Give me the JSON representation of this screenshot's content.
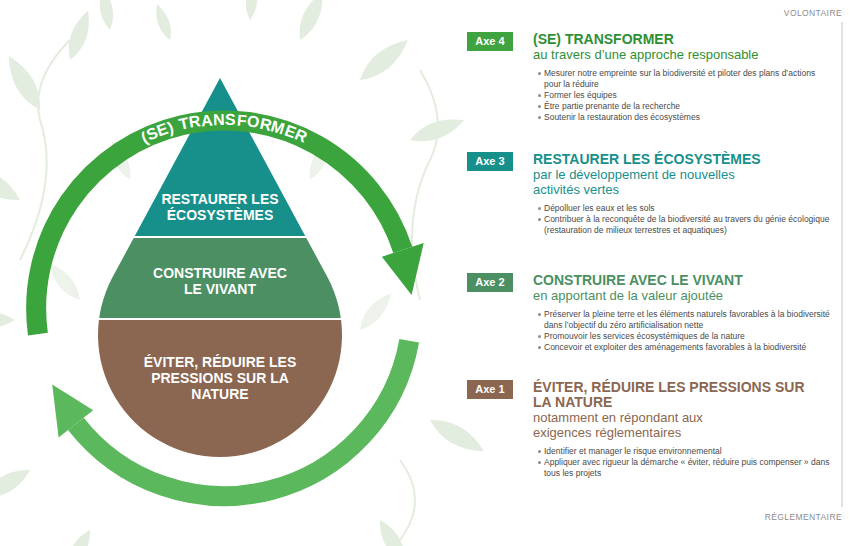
{
  "diagram": {
    "nodes": [
      {
        "text": [
          "(SE) TRANSFORMER"
        ]
      },
      {
        "text": [
          "RESTAURER LES ÉCOSYSTÈMES"
        ]
      },
      {
        "text": [
          "CONSTRUIRE AVEC LE VIVANT"
        ]
      },
      {
        "text": [
          "ÉVITER, RÉDUIRE LES PRESSIONS SUR LA NATURE"
        ]
      },
      {
        "text": [
          "Axe 4",
          "(SE) TRANSFORMER",
          "au travers d’une approche responsable",
          "Mesurer notre empreinte sur la biodiversité et piloter des plans d’actions pour la réduire",
          "Former les équipes",
          "Être partie prenante de la recherche",
          "Soutenir la restauration des écosystèmes"
        ]
      },
      {
        "text": [
          "Axe 3",
          "RESTAURER LES ÉCOSYSTÈMES",
          "par le développement de nouvelles activités vertes",
          "Dépolluer les eaux et les sols",
          "Contribuer à la reconquête de la biodiversité au travers du génie écologique (restauration de milieux terrestres et aquatiques)"
        ]
      },
      {
        "text": [
          "Axe 2",
          "CONSTRUIRE AVEC LE VIVANT",
          "en apportant de la valeur ajoutée",
          "Préserver la pleine terre et les éléments naturels favorables à la biodiversité dans l’objectif du zéro artificialisation nette",
          "Promouvoir les services écosystémiques de la nature",
          "Concevoir et exploiter des aménagements favorables à la biodiversité"
        ]
      },
      {
        "text": [
          "Axe 1",
          "ÉVITER, RÉDUIRE LES PRESSIONS SUR LA NATURE",
          "notamment en répondant aux exigences réglementaires",
          "Identifier et manager le risque environnemental",
          "Appliquer avec rigueur la démarche « éviter, réduire puis compenser » dans tous les projets"
        ]
      }
    ],
    "labels": [
      "VOLONTAIRE",
      "RÉGLEMENTAIRE"
    ]
  }
}
